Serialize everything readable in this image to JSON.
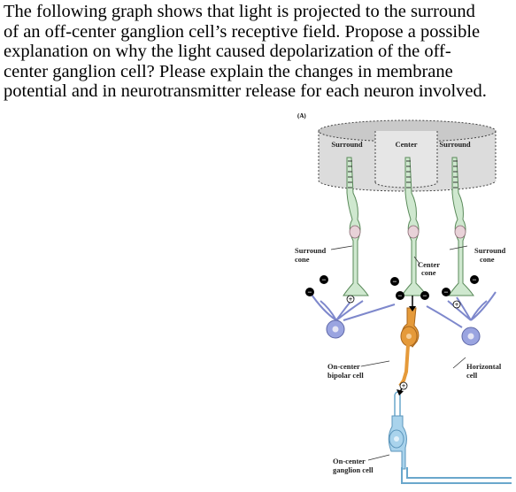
{
  "question": {
    "lines": [
      "The following graph shows that light is projected to the surround",
      "of an off-center ganglion cell’s receptive field.  Propose a possible",
      "explanation on why the light caused depolarization of the off-",
      "center ganglion cell? Please explain the changes in membrane",
      "potential and in neurotransmitter release for each neuron involved."
    ]
  },
  "diagram": {
    "panel_label": "(A)",
    "field_labels": {
      "surround_left": "Surround",
      "center": "Center",
      "surround_right": "Surround"
    },
    "surround_cone_left": [
      "Surround",
      "cone"
    ],
    "center_cone": [
      "Center",
      "cone"
    ],
    "surround_cone_right": [
      "Surround",
      "cone"
    ],
    "bipolar_cell": [
      "On-center",
      "bipolar cell"
    ],
    "horizontal_cell": [
      "Horizontal",
      "cell"
    ],
    "ganglion_cell": [
      "On-center",
      "ganglion cell"
    ],
    "synapse_signs": {
      "minus": "−",
      "plus": "+"
    },
    "colors": {
      "photoreceptor": "#cfe8cf",
      "photoreceptor_stroke": "#5a8a5a",
      "horizontal": "#9aa4e0",
      "bipolar": "#e59a3a",
      "ganglion": "#a9d3ec",
      "field": "#d8d8d8"
    }
  }
}
